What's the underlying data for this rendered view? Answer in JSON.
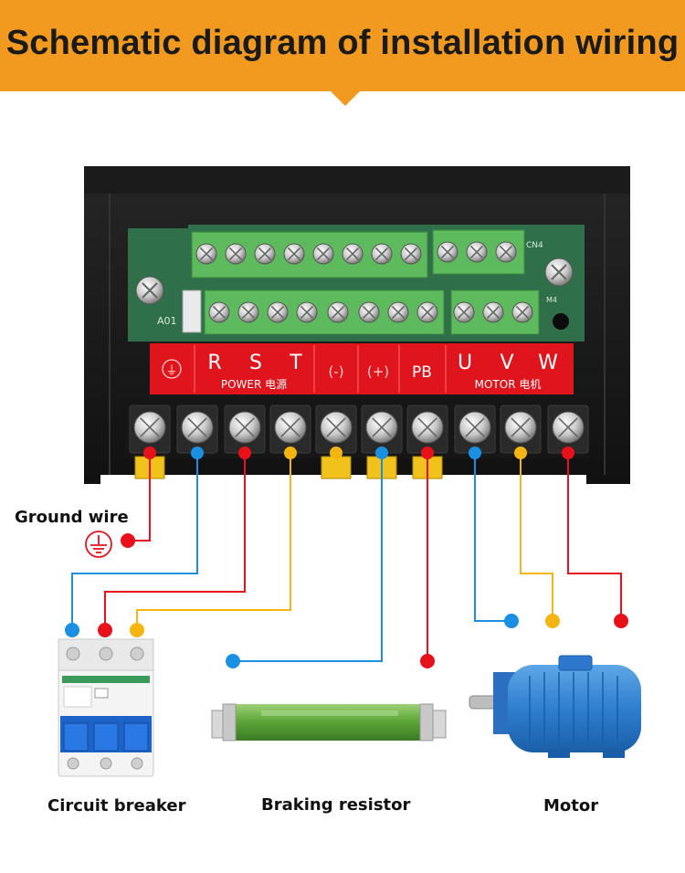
{
  "header": {
    "title": "Schematic diagram of installation wiring"
  },
  "board": {
    "upper_connector_label": "CN4",
    "left_connector_label": "A01",
    "mount_label": "M4",
    "terminal_strip": {
      "ground": "⏚",
      "r": "R",
      "s": "S",
      "t": "T",
      "power_group": "POWER 电源",
      "neg": "(-)",
      "pos": "(+)",
      "pb": "PB",
      "u": "U",
      "v": "V",
      "w": "W",
      "motor_group": "MOTOR 电机"
    }
  },
  "components": {
    "ground_wire": "Ground wire",
    "circuit_breaker": "Circuit breaker",
    "braking_resistor": "Braking resistor",
    "motor": "Motor"
  },
  "wire_colors": {
    "red": "#e8111b",
    "blue": "#1b8fe2",
    "yellow": "#f5b511"
  }
}
